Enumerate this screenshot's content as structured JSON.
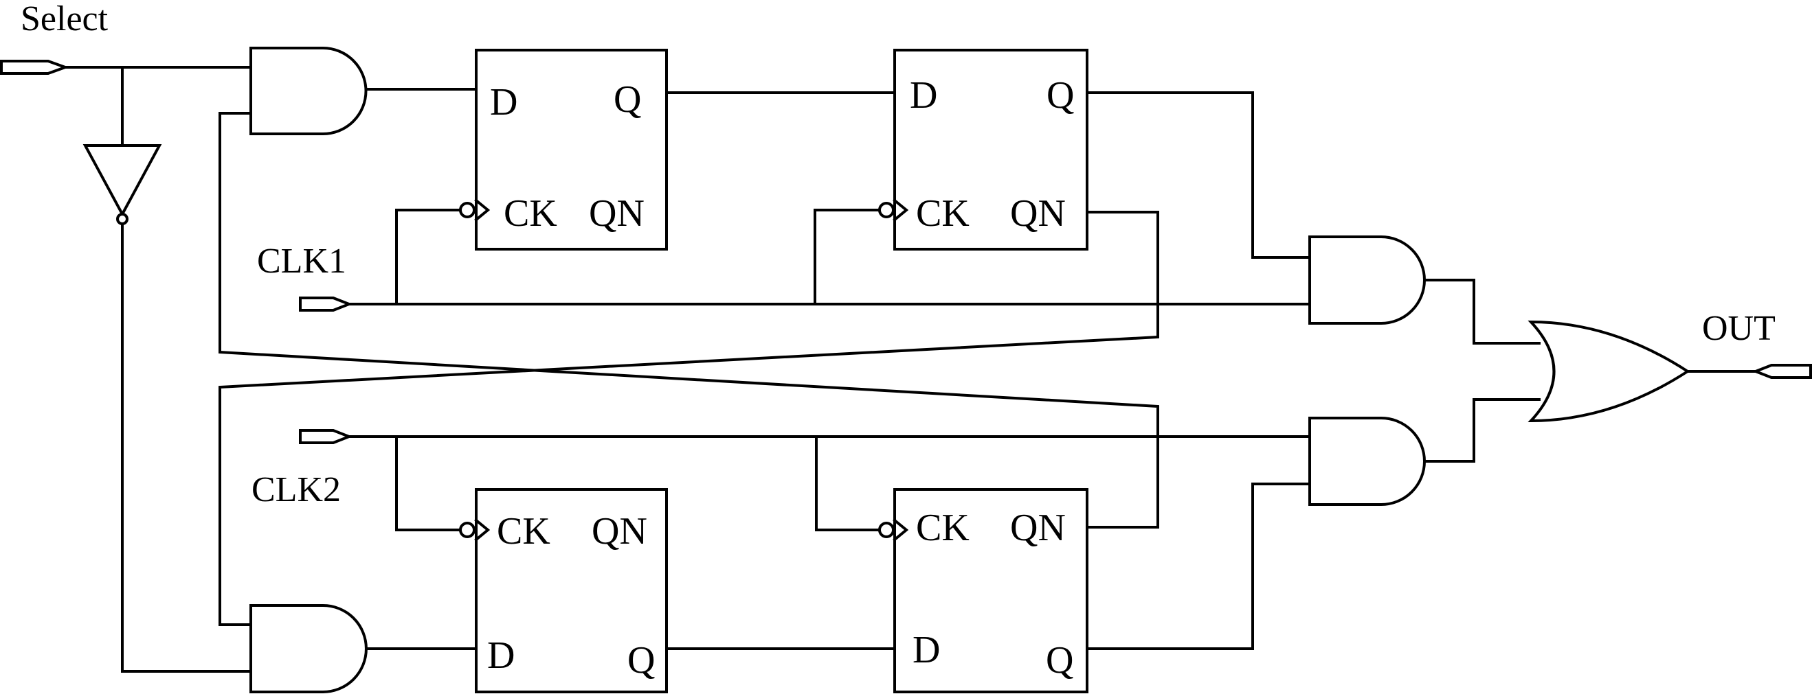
{
  "signals": {
    "select": "Select",
    "clk1": "CLK1",
    "clk2": "CLK2",
    "out": "OUT"
  },
  "flipflop_pins": {
    "d": "D",
    "q": "Q",
    "ck": "CK",
    "qn": "QN"
  },
  "colors": {
    "stroke": "#000000",
    "background": "#ffffff"
  }
}
